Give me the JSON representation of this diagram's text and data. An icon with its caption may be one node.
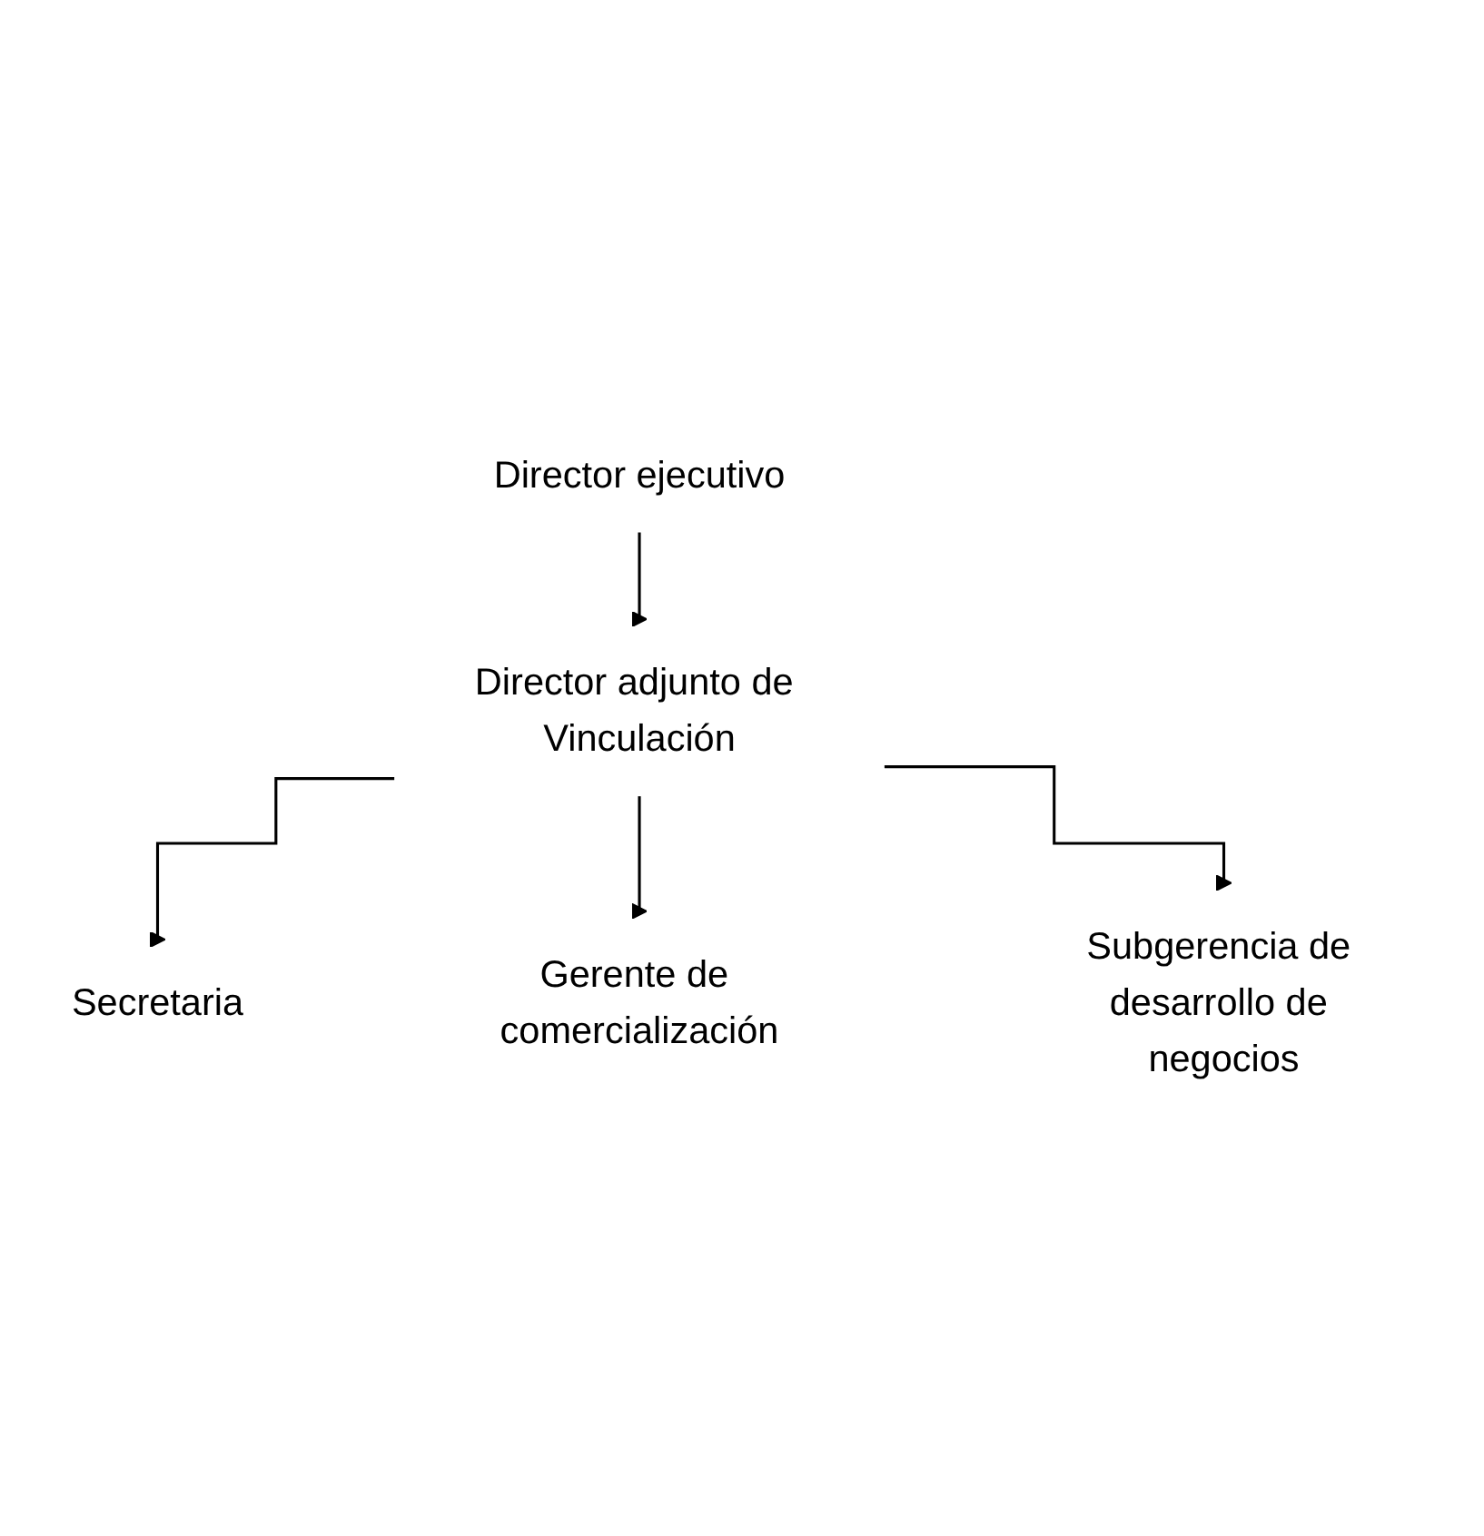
{
  "diagram": {
    "nodes": [
      {
        "text": [
          "Director ejecutivo"
        ]
      },
      {
        "text": [
          "Director adjunto de Vinculación"
        ]
      },
      {
        "text": [
          "Secretaria"
        ]
      },
      {
        "text": [
          "Gerente de comercialización"
        ]
      },
      {
        "text": [
          "Subgerencia de desarrollo de negocios"
        ]
      }
    ],
    "edges": [
      {
        "from": 0,
        "to": 1,
        "arrow": "to"
      },
      {
        "from": 1,
        "to": 2,
        "arrow": "to"
      },
      {
        "from": 1,
        "to": 3,
        "arrow": "to"
      },
      {
        "from": 1,
        "to": 4,
        "arrow": "to"
      }
    ]
  }
}
